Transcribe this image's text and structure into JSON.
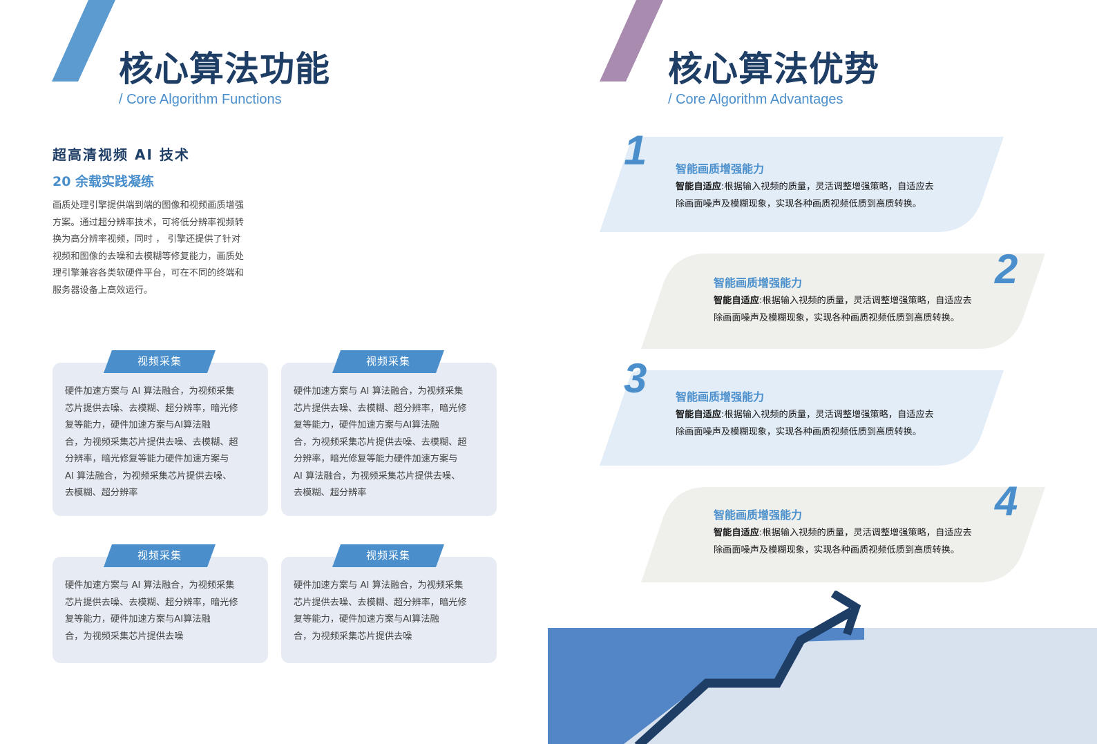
{
  "colors": {
    "navy": "#1f3e66",
    "accent_blue": "#4a8fcc",
    "slash_blue": "#5b9bd0",
    "slash_purple": "#a98bb0",
    "card_bg": "#e7ecf4",
    "adv_blue_bg": "#e3edf7",
    "adv_gray_bg": "#eff0ec",
    "block_blue": "#5286c6",
    "block_light": "#d8e2ee"
  },
  "left": {
    "title": "核心算法功能",
    "subtitle": "/ Core Algorithm Functions",
    "intro": {
      "heading": "超高清视频 AI 技术",
      "subheading": "20 余载实践凝练",
      "lines": [
        "画质处理引擎提供端到端的图像和视频画质增强",
        "方案。通过超分辨率技术，可将低分辨率视频转",
        "换为高分辨率视频，同时 ， 引擎还提供了针对",
        "视频和图像的去噪和去模糊等修复能力，画质处",
        "理引擎兼容各类软硬件平台，可在不同的终端和",
        "服务器设备上高效运行。"
      ]
    },
    "cards": [
      {
        "tag": "视频采集",
        "lines": [
          "硬件加速方案与 AI 算法融合，为视频采集",
          "芯片提供去噪、去模糊、超分辨率，暗光修",
          "复等能力，硬件加速方案与AI算法融",
          "合，为视频采集芯片提供去噪、去模糊、超",
          "分辨率，暗光修复等能力硬件加速方案与",
          "AI 算法融合，为视频采集芯片提供去噪、",
          "去模糊、超分辨率"
        ]
      },
      {
        "tag": "视频采集",
        "lines": [
          "硬件加速方案与 AI 算法融合，为视频采集",
          "芯片提供去噪、去模糊、超分辨率，暗光修",
          "复等能力，硬件加速方案与AI算法融",
          "合，为视频采集芯片提供去噪、去模糊、超",
          "分辨率，暗光修复等能力硬件加速方案与",
          "AI 算法融合，为视频采集芯片提供去噪、",
          "去模糊、超分辨率"
        ]
      },
      {
        "tag": "视频采集",
        "lines": [
          "硬件加速方案与 AI 算法融合，为视频采集",
          "芯片提供去噪、去模糊、超分辨率，暗光修",
          "复等能力，硬件加速方案与AI算法融",
          "合，为视频采集芯片提供去噪"
        ]
      },
      {
        "tag": "视频采集",
        "lines": [
          "硬件加速方案与 AI 算法融合，为视频采集",
          "芯片提供去噪、去模糊、超分辨率，暗光修",
          "复等能力，硬件加速方案与AI算法融",
          "合，为视频采集芯片提供去噪"
        ]
      }
    ]
  },
  "right": {
    "title": "核心算法优势",
    "subtitle": "/ Core Algorithm Advantages",
    "advantages": [
      {
        "number": "1",
        "title": "智能画质增强能力",
        "bold": "智能自适应",
        "line1": ":根据输入视频的质量，灵活调整增强策略，自适应去",
        "line2": "除画面噪声及模糊现象，实现各种画质视频低质到高质转换。"
      },
      {
        "number": "2",
        "title": "智能画质增强能力",
        "bold": "智能自适应",
        "line1": ":根据输入视频的质量，灵活调整增强策略，自适应去",
        "line2": "除画面噪声及模糊现象，实现各种画质视频低质到高质转换。"
      },
      {
        "number": "3",
        "title": "智能画质增强能力",
        "bold": "智能自适应",
        "line1": ":根据输入视频的质量，灵活调整增强策略，自适应去",
        "line2": "除画面噪声及模糊现象，实现各种画质视频低质到高质转换。"
      },
      {
        "number": "4",
        "title": "智能画质增强能力",
        "bold": "智能自适应",
        "line1": ":根据输入视频的质量，灵活调整增强策略，自适应去",
        "line2": "除画面噪声及模糊现象，实现各种画质视频低质到高质转换。"
      }
    ]
  }
}
